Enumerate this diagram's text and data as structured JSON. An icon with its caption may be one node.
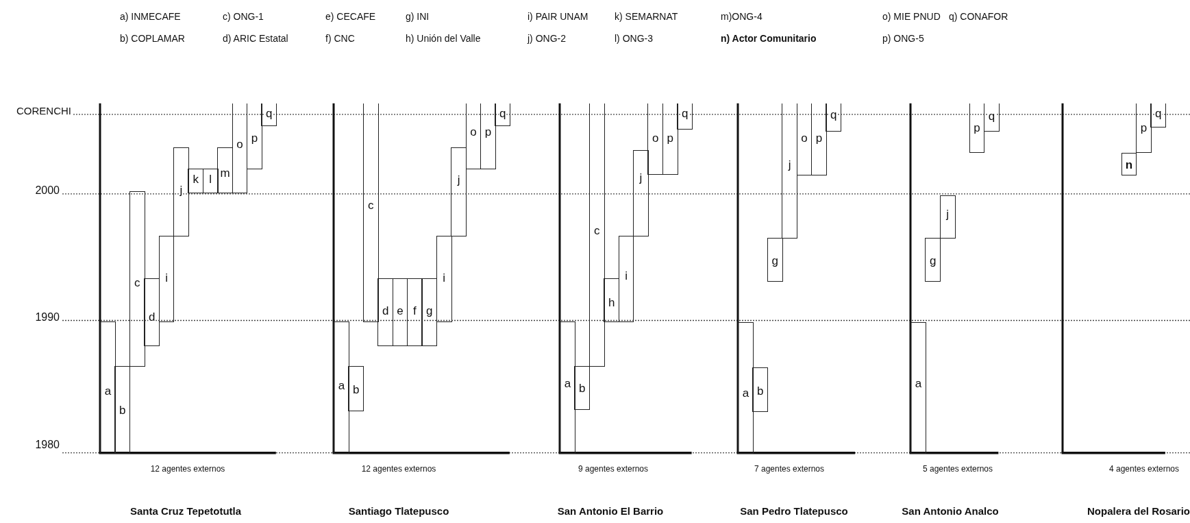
{
  "diagram": {
    "nodes": [
      {
        "text": [
          "a"
        ]
      },
      {
        "text": [
          "b"
        ]
      },
      {
        "text": [
          "c"
        ]
      },
      {
        "text": [
          "d"
        ]
      },
      {
        "text": [
          "i"
        ]
      },
      {
        "text": [
          "j"
        ]
      },
      {
        "text": [
          "k"
        ]
      },
      {
        "text": [
          "l"
        ]
      },
      {
        "text": [
          "m"
        ]
      },
      {
        "text": [
          "o"
        ]
      },
      {
        "text": [
          "p"
        ]
      },
      {
        "text": [
          "q"
        ]
      },
      {
        "text": [
          "a"
        ]
      },
      {
        "text": [
          "b"
        ]
      },
      {
        "text": [
          "c"
        ]
      },
      {
        "text": [
          "d"
        ]
      },
      {
        "text": [
          "e"
        ]
      },
      {
        "text": [
          "f"
        ]
      },
      {
        "text": [
          "g"
        ]
      },
      {
        "text": [
          "i"
        ]
      },
      {
        "text": [
          "j"
        ]
      },
      {
        "text": [
          "o"
        ]
      },
      {
        "text": [
          "p"
        ]
      },
      {
        "text": [
          "q"
        ]
      },
      {
        "text": [
          "a"
        ]
      },
      {
        "text": [
          "b"
        ]
      },
      {
        "text": [
          "c"
        ]
      },
      {
        "text": [
          "h"
        ]
      },
      {
        "text": [
          "i"
        ]
      },
      {
        "text": [
          "j"
        ]
      },
      {
        "text": [
          "o"
        ]
      },
      {
        "text": [
          "p"
        ]
      },
      {
        "text": [
          "q"
        ]
      },
      {
        "text": [
          "a"
        ]
      },
      {
        "text": [
          "b"
        ]
      },
      {
        "text": [
          "g"
        ]
      },
      {
        "text": [
          "j"
        ]
      },
      {
        "text": [
          "o"
        ]
      },
      {
        "text": [
          "p"
        ]
      },
      {
        "text": [
          "q"
        ]
      },
      {
        "text": [
          "a"
        ]
      },
      {
        "text": [
          "g"
        ]
      },
      {
        "text": [
          "j"
        ]
      },
      {
        "text": [
          "p"
        ]
      },
      {
        "text": [
          "q"
        ]
      },
      {
        "text": [
          "n"
        ]
      },
      {
        "text": [
          "p"
        ]
      },
      {
        "text": [
          "q"
        ]
      }
    ],
    "labels": [
      "a) INMECAFE",
      "c) ONG-1",
      "e) CECAFE",
      "g) INI",
      "i) PAIR UNAM",
      "k) SEMARNAT",
      "m)ONG-4",
      "o) MIE PNUD",
      "q) CONAFOR",
      "b) COPLAMAR",
      "d) ARIC Estatal",
      "f) CNC",
      "h) Unión del Valle",
      "j) ONG-2",
      "l) ONG-3",
      "n) Actor Comunitario",
      "p) ONG-5",
      "CORENCHI",
      "2000",
      "1990",
      "1980",
      "12 agentes externos",
      "12 agentes externos",
      "9 agentes externos",
      "7 agentes externos",
      "5 agentes externos",
      "4 agentes externos",
      "Santa Cruz Tepetotutla",
      "Santiago Tlatepusco",
      "San Antonio El Barrio",
      "San Pedro Tlatepusco",
      "San Antonio Analco",
      "Nopalera del Rosario"
    ]
  }
}
